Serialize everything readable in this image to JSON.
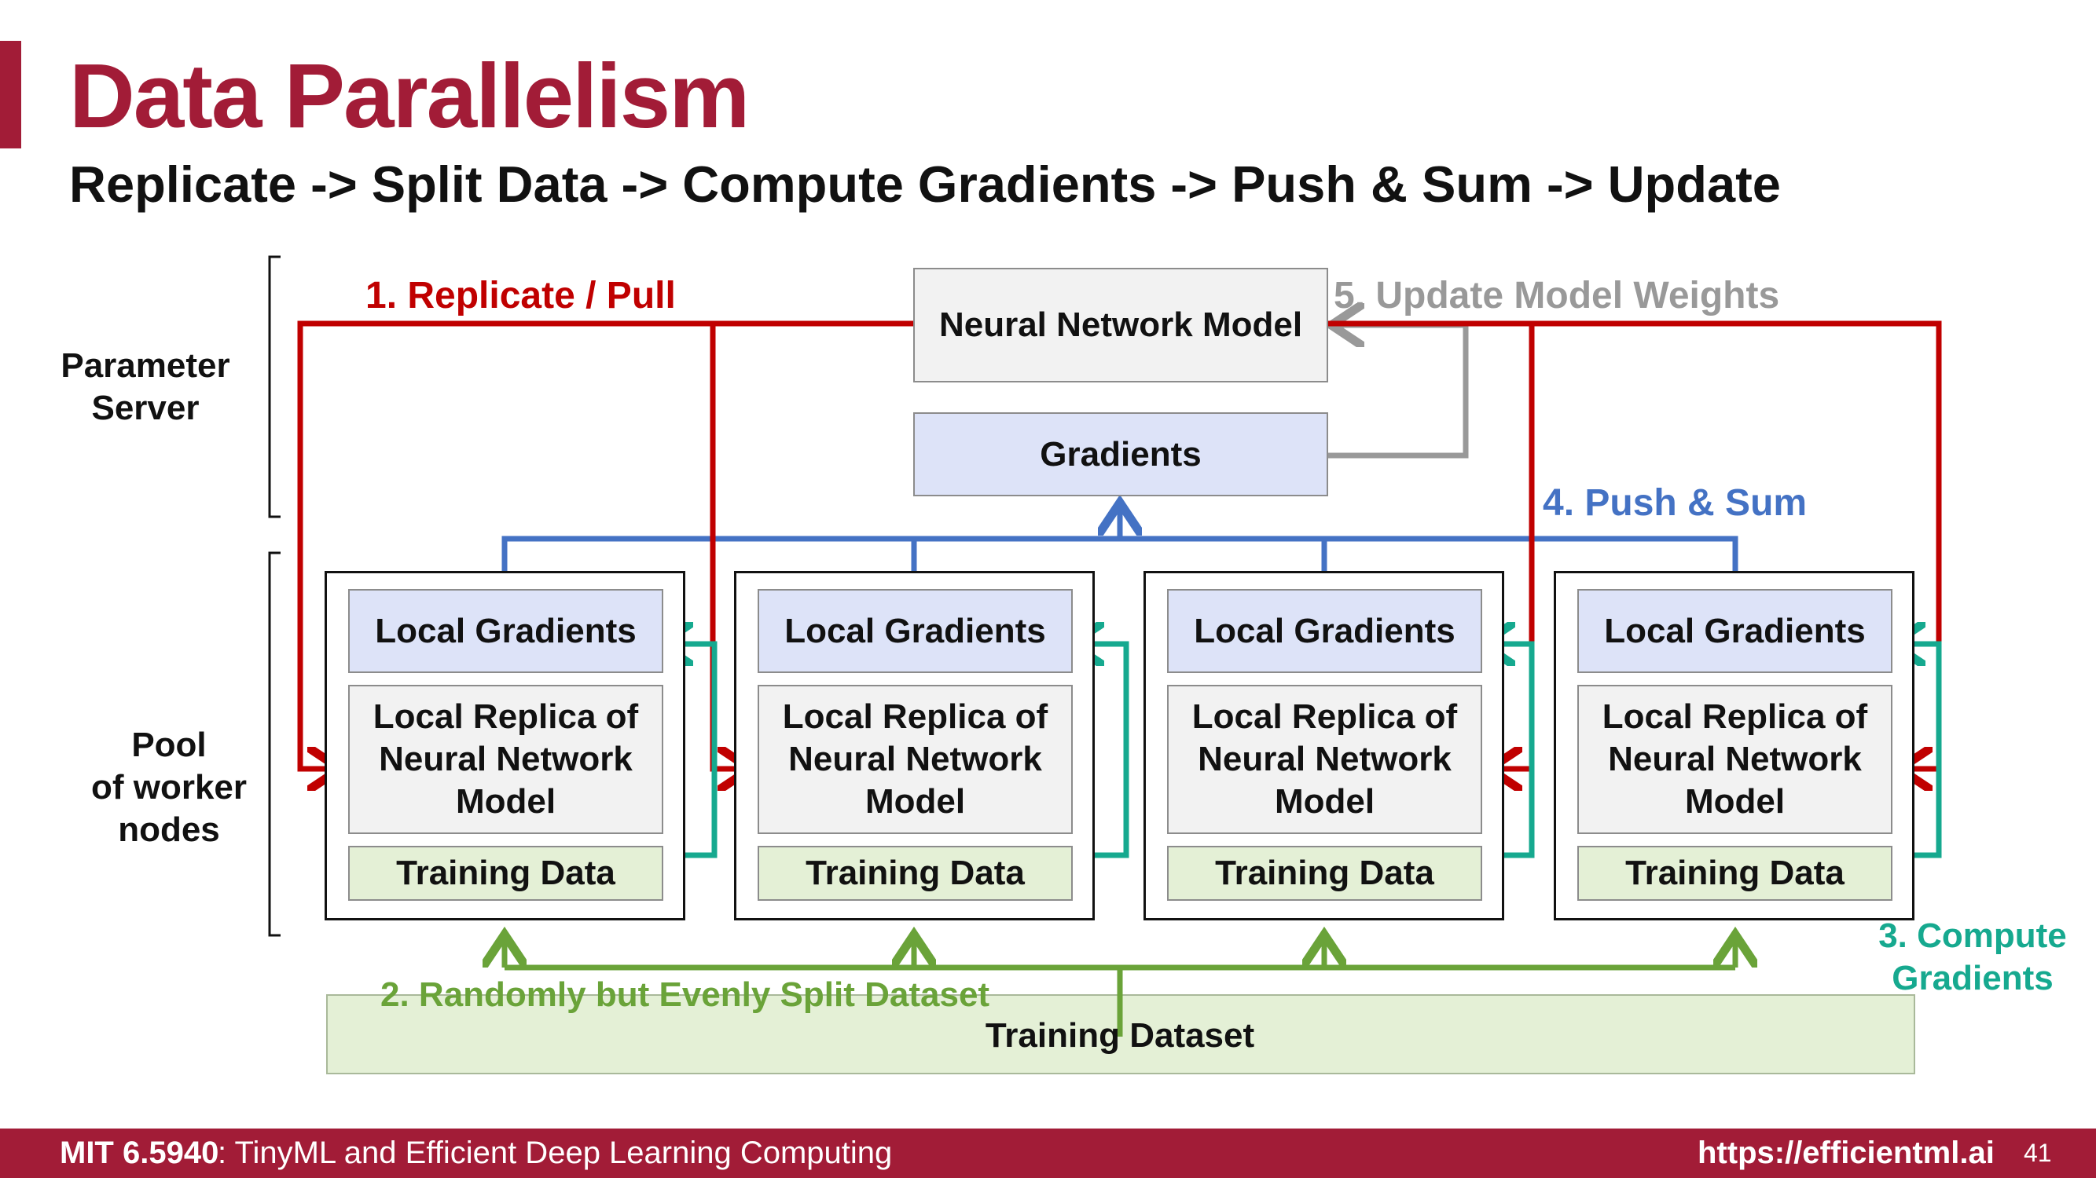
{
  "title": "Data Parallelism",
  "subtitle": "Replicate -> Split Data -> Compute Gradients -> Push & Sum -> Update",
  "side_labels": {
    "parameter_server": "Parameter\nServer",
    "worker_pool": "Pool\nof worker\nnodes"
  },
  "server": {
    "model": "Neural Network Model",
    "gradients": "Gradients"
  },
  "workers": [
    {
      "local_gradients": "Local Gradients",
      "replica": "Local Replica of\nNeural Network\nModel",
      "training_data": "Training Data"
    },
    {
      "local_gradients": "Local Gradients",
      "replica": "Local Replica of\nNeural Network\nModel",
      "training_data": "Training Data"
    },
    {
      "local_gradients": "Local Gradients",
      "replica": "Local Replica of\nNeural Network\nModel",
      "training_data": "Training Data"
    },
    {
      "local_gradients": "Local Gradients",
      "replica": "Local Replica of\nNeural Network\nModel",
      "training_data": "Training Data"
    }
  ],
  "dataset": "Training Dataset",
  "steps": {
    "replicate": "1. Replicate / Pull",
    "split": "2. Randomly but Evenly Split Dataset",
    "compute": "3. Compute\nGradients",
    "push": "4. Push & Sum",
    "update": "5. Update Model Weights"
  },
  "colors": {
    "brand": "#a21c37",
    "replicate": "#c00000",
    "split": "#6aa339",
    "compute": "#16a98f",
    "push": "#4472c4",
    "update": "#999999"
  },
  "footer": {
    "course_code": "MIT 6.5940",
    "course_name": ": TinyML and Efficient Deep Learning Computing",
    "url": "https://efficientml.ai",
    "page": "41"
  }
}
